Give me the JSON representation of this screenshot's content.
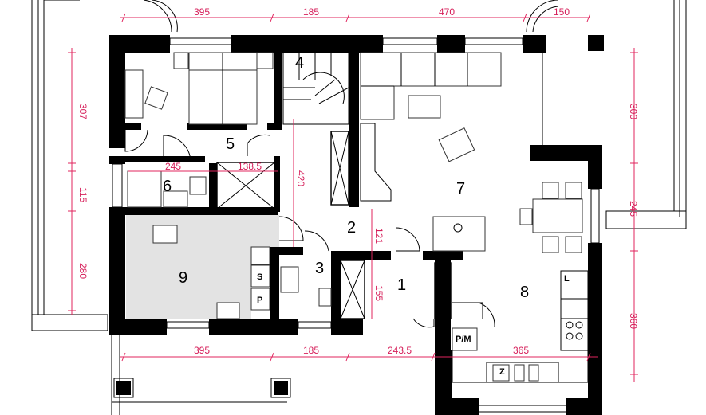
{
  "rooms": {
    "r1": "1",
    "r2": "2",
    "r3": "3",
    "r4": "4",
    "r5": "5",
    "r6": "6",
    "r7": "7",
    "r8": "8",
    "r9": "9"
  },
  "dims_top": {
    "d1": "395",
    "d2": "185",
    "d3": "470",
    "d4": "150"
  },
  "dims_bottom": {
    "d1": "395",
    "d2": "185",
    "d3": "243.5",
    "d4": "365"
  },
  "dims_left": {
    "d1": "307",
    "d2": "115",
    "d3": "280"
  },
  "dims_right": {
    "d1": "300",
    "d2": "245",
    "d3": "360"
  },
  "dims_inner": {
    "d245": "245",
    "d138": "138.5",
    "d420": "420",
    "d121": "121",
    "d155": "155"
  },
  "appliance_labels": {
    "s": "S",
    "p": "P",
    "pm": "P/M",
    "z": "Z",
    "l": "L"
  },
  "colors": {
    "dimension": "#e0245e",
    "wall": "#000000",
    "shaded_room": "#e3e3e3"
  }
}
